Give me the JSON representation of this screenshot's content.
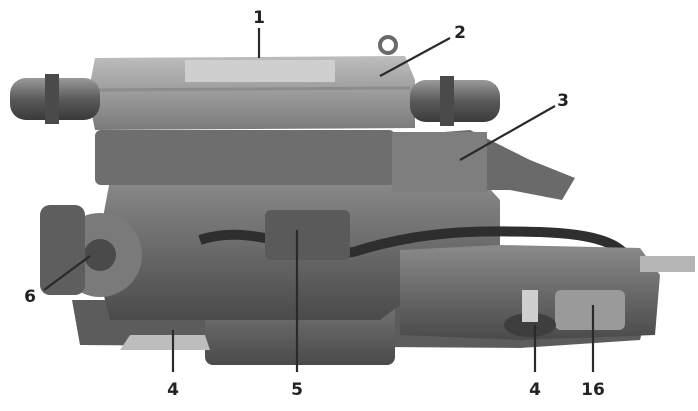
{
  "diagram": {
    "subject": "marine-engine",
    "callouts": [
      {
        "id": "c1",
        "label": "1"
      },
      {
        "id": "c2",
        "label": "2"
      },
      {
        "id": "c3",
        "label": "3"
      },
      {
        "id": "c4a",
        "label": "4"
      },
      {
        "id": "c5",
        "label": "5"
      },
      {
        "id": "c6",
        "label": "6"
      },
      {
        "id": "c4b",
        "label": "4"
      },
      {
        "id": "c16",
        "label": "16"
      }
    ]
  },
  "colors": {
    "background": "#ffffff",
    "engine_dark": "#3a3a3a",
    "engine_mid": "#6b6b6b",
    "engine_light": "#a8a8a8",
    "highlight": "#d0d0d0"
  }
}
